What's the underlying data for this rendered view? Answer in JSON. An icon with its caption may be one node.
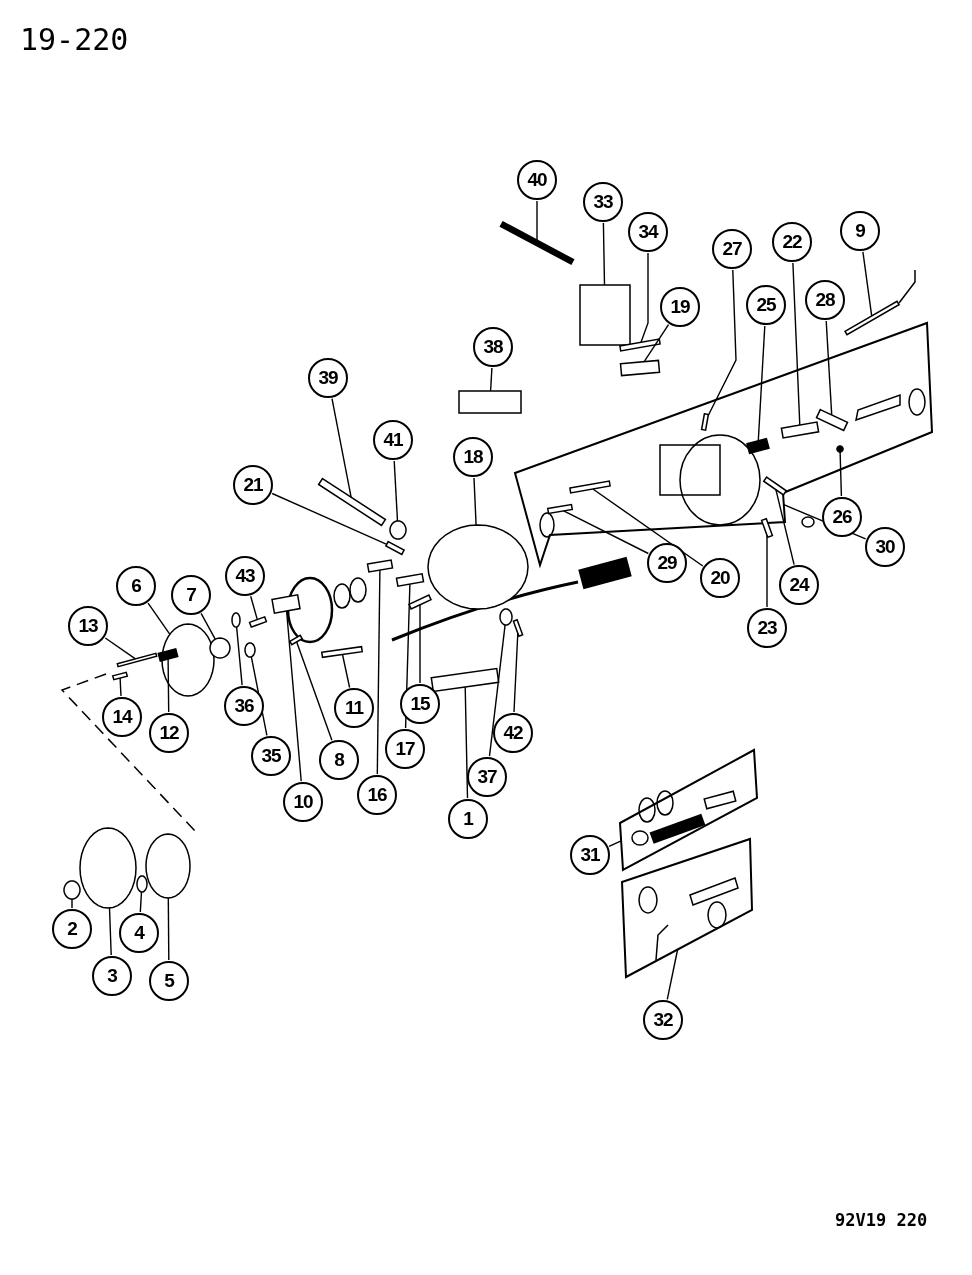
{
  "diagram": {
    "nodes": [
      {
        "text": [
          "40"
        ]
      },
      {
        "text": [
          "33"
        ]
      },
      {
        "text": [
          "34"
        ]
      },
      {
        "text": [
          "9"
        ]
      },
      {
        "text": [
          "22"
        ]
      },
      {
        "text": [
          "27"
        ]
      },
      {
        "text": [
          "19"
        ]
      },
      {
        "text": [
          "25"
        ]
      },
      {
        "text": [
          "28"
        ]
      },
      {
        "text": [
          "38"
        ]
      },
      {
        "text": [
          "39"
        ]
      },
      {
        "text": [
          "41"
        ]
      },
      {
        "text": [
          "18"
        ]
      },
      {
        "text": [
          "21"
        ]
      },
      {
        "text": [
          "26"
        ]
      },
      {
        "text": [
          "30"
        ]
      },
      {
        "text": [
          "29"
        ]
      },
      {
        "text": [
          "20"
        ]
      },
      {
        "text": [
          "6"
        ]
      },
      {
        "text": [
          "24"
        ]
      },
      {
        "text": [
          "7"
        ]
      },
      {
        "text": [
          "43"
        ]
      },
      {
        "text": [
          "13"
        ]
      },
      {
        "text": [
          "23"
        ]
      },
      {
        "text": [
          "36"
        ]
      },
      {
        "text": [
          "42"
        ]
      },
      {
        "text": [
          "11"
        ]
      },
      {
        "text": [
          "15"
        ]
      },
      {
        "text": [
          "14"
        ]
      },
      {
        "text": [
          "12"
        ]
      },
      {
        "text": [
          "35"
        ]
      },
      {
        "text": [
          "17"
        ]
      },
      {
        "text": [
          "8"
        ]
      },
      {
        "text": [
          "37"
        ]
      },
      {
        "text": [
          "10"
        ]
      },
      {
        "text": [
          "16"
        ]
      },
      {
        "text": [
          "1"
        ]
      },
      {
        "text": [
          "31"
        ]
      },
      {
        "text": [
          "2"
        ]
      },
      {
        "text": [
          "4"
        ]
      },
      {
        "text": [
          "3"
        ]
      },
      {
        "text": [
          "5"
        ]
      },
      {
        "text": [
          "32"
        ]
      },
      {
        "text": [],
        "shape": "box"
      },
      {
        "text": [],
        "shape": "box"
      },
      {
        "text": [],
        "shape": "box"
      },
      {
        "text": [],
        "shape": "box"
      },
      {
        "text": [],
        "shape": "box"
      },
      {
        "text": [],
        "shape": "box"
      },
      {
        "text": [],
        "shape": "box"
      },
      {
        "text": [],
        "shape": "box",
        "in": 43
      },
      {
        "text": [],
        "shape": "box",
        "in": 43
      },
      {
        "text": [],
        "shape": "box"
      },
      {
        "text": [],
        "shape": "box",
        "in": 43
      },
      {
        "text": [],
        "shape": "box",
        "in": 43
      },
      {
        "text": [],
        "shape": "box"
      },
      {
        "text": [],
        "shape": "box"
      },
      {
        "text": [],
        "shape": "circle"
      },
      {
        "text": [],
        "shape": "circle"
      },
      {
        "text": [],
        "shape": "box"
      },
      {
        "text": [],
        "shape": "circle",
        "in": 43
      },
      {
        "text": [],
        "shape": "box",
        "in": 43
      },
      {
        "text": [],
        "shape": "box",
        "in": 43
      },
      {
        "text": [],
        "shape": "circle"
      },
      {
        "text": [],
        "shape": "box",
        "in": 43
      },
      {
        "text": [],
        "shape": "circle"
      },
      {
        "text": [],
        "shape": "box"
      },
      {
        "text": [],
        "shape": "box"
      },
      {
        "text": [],
        "shape": "box",
        "in": 43
      },
      {
        "text": [],
        "shape": "circle"
      },
      {
        "text": [],
        "shape": "box"
      },
      {
        "text": [],
        "shape": "box"
      },
      {
        "text": [],
        "shape": "box"
      },
      {
        "text": [],
        "shape": "box"
      },
      {
        "text": [],
        "shape": "box"
      },
      {
        "text": [],
        "shape": "circle"
      },
      {
        "text": [],
        "shape": "box"
      },
      {
        "text": [],
        "shape": "box"
      },
      {
        "text": [],
        "shape": "circle"
      },
      {
        "text": [],
        "shape": "box"
      },
      {
        "text": [],
        "shape": "box"
      },
      {
        "text": [],
        "shape": "box"
      },
      {
        "text": [],
        "shape": "circle"
      },
      {
        "text": [],
        "shape": "circle"
      },
      {
        "text": [],
        "shape": "circle"
      },
      {
        "text": [],
        "shape": "circle"
      }
    ],
    "edges": [
      {
        "from": 0,
        "to": 46,
        "arrow": "none"
      },
      {
        "from": 1,
        "to": 47,
        "arrow": "none"
      },
      {
        "from": 2,
        "to": 48,
        "arrow": "none"
      },
      {
        "from": 3,
        "to": 49,
        "arrow": "none"
      },
      {
        "from": 4,
        "to": 50,
        "arrow": "none"
      },
      {
        "from": 5,
        "to": 51,
        "arrow": "none"
      },
      {
        "from": 6,
        "to": 52,
        "arrow": "none"
      },
      {
        "from": 7,
        "to": 53,
        "arrow": "none"
      },
      {
        "from": 8,
        "to": 54,
        "arrow": "none"
      },
      {
        "from": 9,
        "to": 55,
        "arrow": "none"
      },
      {
        "from": 10,
        "to": 56,
        "arrow": "none"
      },
      {
        "from": 11,
        "to": 57,
        "arrow": "none"
      },
      {
        "from": 12,
        "to": 58,
        "arrow": "none"
      },
      {
        "from": 13,
        "to": 59,
        "arrow": "none"
      },
      {
        "from": 14,
        "to": 60,
        "arrow": "none"
      },
      {
        "from": 15,
        "to": 43,
        "arrow": "none"
      },
      {
        "from": 16,
        "to": 61,
        "arrow": "none"
      },
      {
        "from": 17,
        "to": 62,
        "arrow": "none"
      },
      {
        "from": 18,
        "to": 63,
        "arrow": "none"
      },
      {
        "from": 19,
        "to": 64,
        "arrow": "none"
      },
      {
        "from": 20,
        "to": 65,
        "arrow": "none"
      },
      {
        "from": 21,
        "to": 66,
        "arrow": "none"
      },
      {
        "from": 22,
        "to": 67,
        "arrow": "none"
      },
      {
        "from": 23,
        "to": 68,
        "arrow": "none"
      },
      {
        "from": 24,
        "to": 69,
        "arrow": "none"
      },
      {
        "from": 25,
        "to": 70,
        "arrow": "none"
      },
      {
        "from": 26,
        "to": 71,
        "arrow": "none"
      },
      {
        "from": 27,
        "to": 72,
        "arrow": "none"
      },
      {
        "from": 28,
        "to": 73,
        "arrow": "none"
      },
      {
        "from": 29,
        "to": 74,
        "arrow": "none"
      },
      {
        "from": 30,
        "to": 75,
        "arrow": "none"
      },
      {
        "from": 31,
        "to": 76,
        "arrow": "none"
      },
      {
        "from": 32,
        "to": 77,
        "arrow": "none"
      },
      {
        "from": 33,
        "to": 78,
        "arrow": "none"
      },
      {
        "from": 34,
        "to": 79,
        "arrow": "none"
      },
      {
        "from": 35,
        "to": 80,
        "arrow": "none"
      },
      {
        "from": 36,
        "to": 81,
        "arrow": "none"
      },
      {
        "from": 37,
        "to": 44,
        "arrow": "none"
      },
      {
        "from": 38,
        "to": 82,
        "arrow": "none"
      },
      {
        "from": 39,
        "to": 83,
        "arrow": "none"
      },
      {
        "from": 40,
        "to": 84,
        "arrow": "none"
      },
      {
        "from": 41,
        "to": 85,
        "arrow": "none"
      },
      {
        "from": 42,
        "to": 45,
        "arrow": "none"
      }
    ],
    "labels": [
      "19-220",
      "92V19 220"
    ]
  }
}
